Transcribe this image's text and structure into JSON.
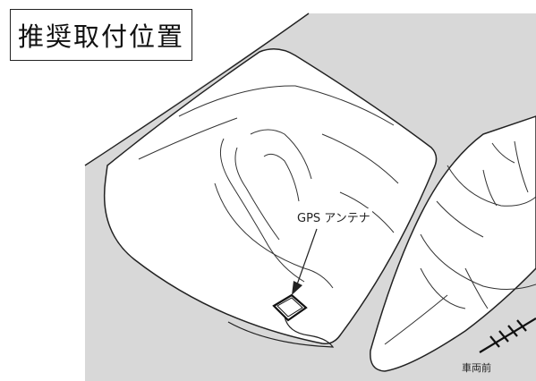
{
  "title": "推奨取付位置",
  "antenna_label": "GPS アンテナ",
  "front_label": "車両前",
  "colors": {
    "background": "#ffffff",
    "body_gray": "#d8d8d8",
    "line": "#222222",
    "glass": "#ffffff"
  }
}
